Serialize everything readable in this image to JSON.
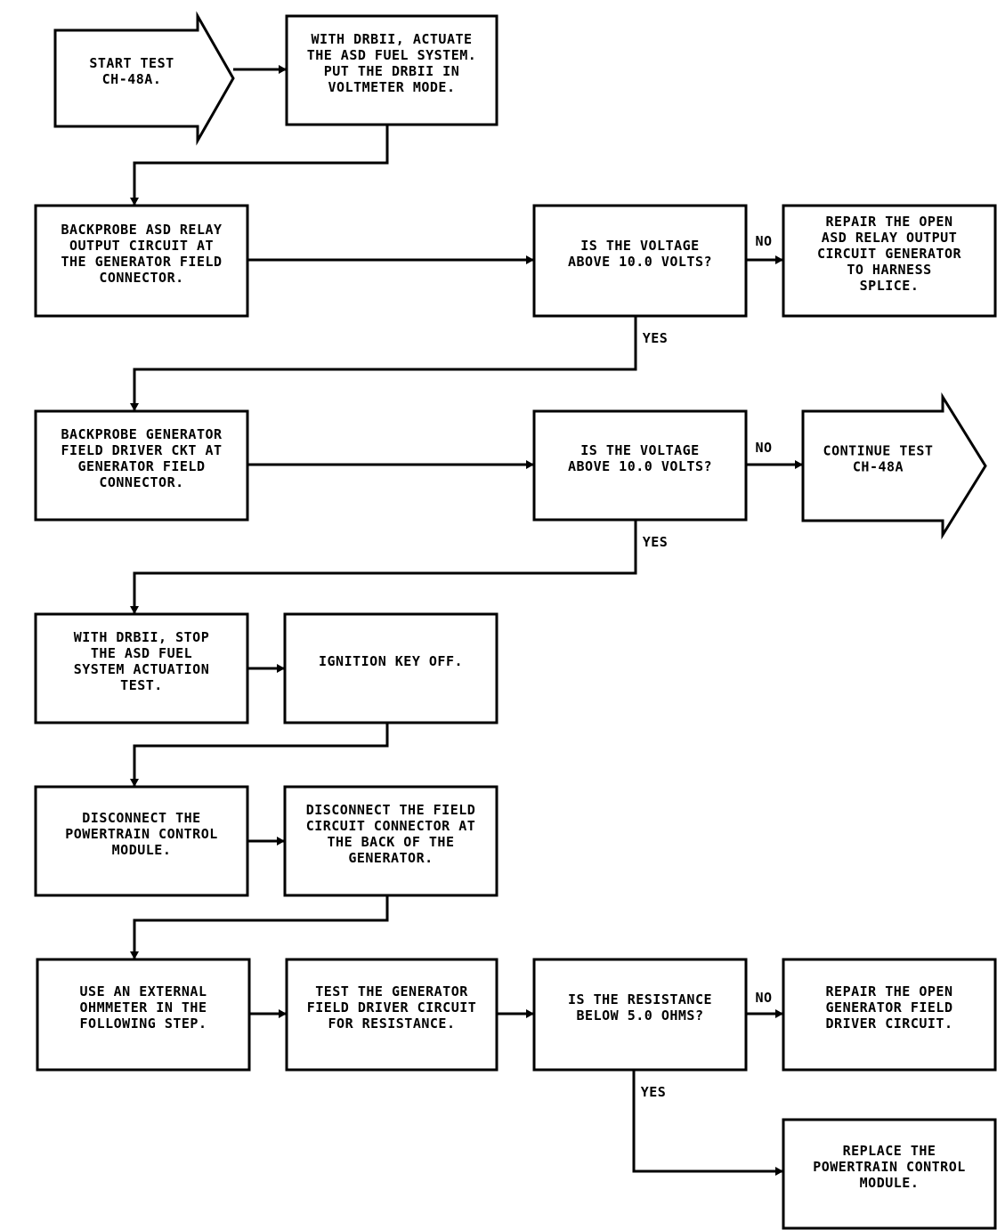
{
  "nodes": [
    {
      "id": "start",
      "kind": "arrow",
      "lines": [
        "START TEST",
        "CH-48A."
      ]
    },
    {
      "id": "actuate",
      "kind": "box",
      "lines": [
        "WITH DRBII, ACTUATE",
        "THE ASD FUEL SYSTEM.",
        "PUT THE DRBII IN",
        "VOLTMETER MODE."
      ]
    },
    {
      "id": "backprobe_relay",
      "kind": "box",
      "lines": [
        "BACKPROBE ASD RELAY",
        "OUTPUT CIRCUIT AT",
        "THE GENERATOR FIELD",
        "CONNECTOR."
      ]
    },
    {
      "id": "q_voltage_1",
      "kind": "box",
      "lines": [
        "IS THE VOLTAGE",
        "ABOVE 10.0 VOLTS?"
      ]
    },
    {
      "id": "repair_relay",
      "kind": "box",
      "lines": [
        "REPAIR THE OPEN",
        "ASD RELAY OUTPUT",
        "CIRCUIT GENERATOR",
        "TO HARNESS",
        "SPLICE."
      ]
    },
    {
      "id": "backprobe_driver",
      "kind": "box",
      "lines": [
        "BACKPROBE GENERATOR",
        "FIELD DRIVER CKT AT",
        "GENERATOR FIELD",
        "CONNECTOR."
      ]
    },
    {
      "id": "q_voltage_2",
      "kind": "box",
      "lines": [
        "IS THE VOLTAGE",
        "ABOVE 10.0 VOLTS?"
      ]
    },
    {
      "id": "continue",
      "kind": "arrow",
      "lines": [
        "CONTINUE TEST",
        "CH-48A"
      ]
    },
    {
      "id": "stop_test",
      "kind": "box",
      "lines": [
        "WITH DRBII, STOP",
        "THE ASD FUEL",
        "SYSTEM ACTUATION",
        "TEST."
      ]
    },
    {
      "id": "key_off",
      "kind": "box",
      "lines": [
        "IGNITION KEY OFF."
      ]
    },
    {
      "id": "disconnect_pcm",
      "kind": "box",
      "lines": [
        "DISCONNECT THE",
        "POWERTRAIN CONTROL",
        "MODULE."
      ]
    },
    {
      "id": "disconnect_field",
      "kind": "box",
      "lines": [
        "DISCONNECT THE FIELD",
        "CIRCUIT CONNECTOR AT",
        "THE BACK OF THE",
        "GENERATOR."
      ]
    },
    {
      "id": "ohmmeter",
      "kind": "box",
      "lines": [
        "USE AN EXTERNAL",
        "OHMMETER IN THE",
        "FOLLOWING STEP."
      ]
    },
    {
      "id": "test_resistance",
      "kind": "box",
      "lines": [
        "TEST THE GENERATOR",
        "FIELD DRIVER CIRCUIT",
        "FOR RESISTANCE."
      ]
    },
    {
      "id": "q_resistance",
      "kind": "box",
      "lines": [
        "IS THE RESISTANCE",
        "BELOW 5.0 OHMS?"
      ]
    },
    {
      "id": "repair_driver",
      "kind": "box",
      "lines": [
        "REPAIR THE OPEN",
        "GENERATOR FIELD",
        "DRIVER CIRCUIT."
      ]
    },
    {
      "id": "replace_pcm",
      "kind": "box",
      "lines": [
        "REPLACE THE",
        "POWERTRAIN CONTROL",
        "MODULE."
      ]
    }
  ],
  "edges": [
    {
      "from": "start",
      "to": "actuate",
      "label": ""
    },
    {
      "from": "actuate",
      "to": "backprobe_relay",
      "label": ""
    },
    {
      "from": "backprobe_relay",
      "to": "q_voltage_1",
      "label": ""
    },
    {
      "from": "q_voltage_1",
      "to": "repair_relay",
      "label": "NO"
    },
    {
      "from": "q_voltage_1",
      "to": "backprobe_driver",
      "label": "YES"
    },
    {
      "from": "backprobe_driver",
      "to": "q_voltage_2",
      "label": ""
    },
    {
      "from": "q_voltage_2",
      "to": "continue",
      "label": "NO"
    },
    {
      "from": "q_voltage_2",
      "to": "stop_test",
      "label": "YES"
    },
    {
      "from": "stop_test",
      "to": "key_off",
      "label": ""
    },
    {
      "from": "key_off",
      "to": "disconnect_pcm",
      "label": ""
    },
    {
      "from": "disconnect_pcm",
      "to": "disconnect_field",
      "label": ""
    },
    {
      "from": "disconnect_field",
      "to": "ohmmeter",
      "label": ""
    },
    {
      "from": "ohmmeter",
      "to": "test_resistance",
      "label": ""
    },
    {
      "from": "test_resistance",
      "to": "q_resistance",
      "label": ""
    },
    {
      "from": "q_resistance",
      "to": "repair_driver",
      "label": "NO"
    },
    {
      "from": "q_resistance",
      "to": "replace_pcm",
      "label": "YES"
    }
  ]
}
